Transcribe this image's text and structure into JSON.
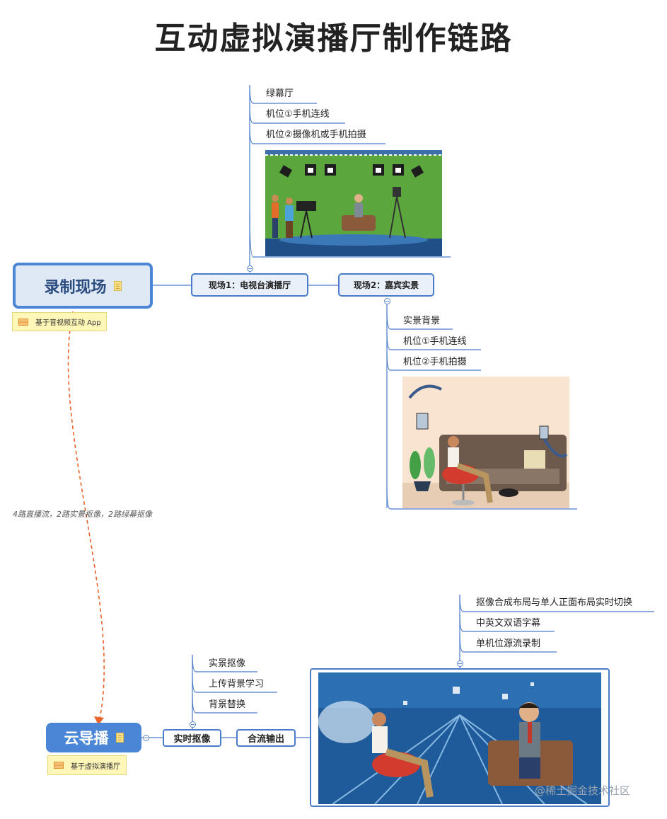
{
  "title": "互动虚拟演播厅制作链路",
  "roots": {
    "record": {
      "label": "录制现场",
      "note": "基于音视频互动 App"
    },
    "cloud": {
      "label": "云导播",
      "note": "基于虚拟演播厅"
    }
  },
  "edge_label": "4路直播流，2路实景抠像，2路绿幕抠像",
  "scene1": {
    "label": "现场1：电视台演播厅",
    "items": [
      "绿幕厅",
      "机位①手机连线",
      "机位②摄像机或手机拍摄"
    ],
    "image_icon": "green-screen-studio-illustration"
  },
  "scene2": {
    "label": "现场2：嘉宾实景",
    "items": [
      "实景背景",
      "机位①手机连线",
      "机位②手机拍摄"
    ],
    "image_icon": "guest-living-room-illustration"
  },
  "keying": {
    "label": "实时抠像",
    "items": [
      "实景抠像",
      "上传背景学习",
      "背景替换"
    ]
  },
  "output": {
    "label": "合流输出",
    "items": [
      "抠像合成布局与单人正面布局实时切换",
      "中英文双语字幕",
      "单机位源流录制"
    ],
    "image_icon": "virtual-studio-composite-illustration"
  },
  "watermark": "@稀土掘金技术社区",
  "colors": {
    "accent": "#4a7cc9",
    "root_fill": "#dfe8f5",
    "cloud_fill": "#4a85d6",
    "edge": "#e8632a",
    "note": "#fff7b8"
  }
}
